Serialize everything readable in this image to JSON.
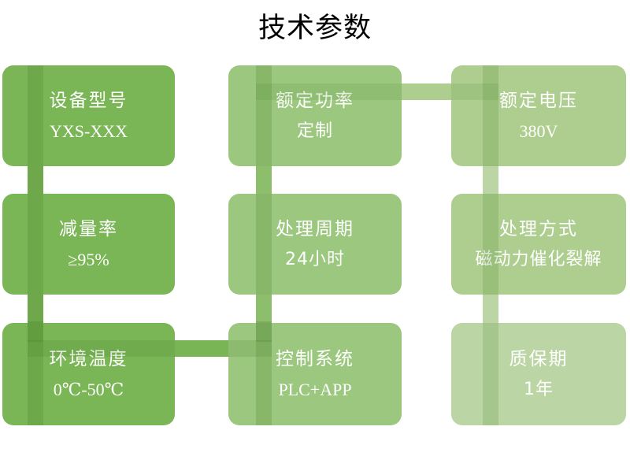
{
  "page": {
    "title": "技术参数",
    "background": "#ffffff",
    "title_color": "#000000"
  },
  "palette": {
    "dark_green": "#7AB556",
    "mid_green": "#9BC77E",
    "light_green": "#ADCE8F",
    "pale_green": "#BBD6A4",
    "connector_green": "#6EA84A",
    "connector_pale": "#C8DDB4",
    "text_white": "#ffffff"
  },
  "chart_data": {
    "type": "table",
    "title": "技术参数",
    "layout": "3x3-grid",
    "columns": 3,
    "rows": 3,
    "cells": [
      {
        "label": "设备型号",
        "value": "YXS-XXX",
        "row": 0,
        "col": 0,
        "color": "#7AB556"
      },
      {
        "label": "额定功率",
        "value": "定制",
        "row": 0,
        "col": 1,
        "color": "#9BC77E"
      },
      {
        "label": "额定电压",
        "value": "380V",
        "row": 0,
        "col": 2,
        "color": "#ADCE8F"
      },
      {
        "label": "减量率",
        "value": "≥95%",
        "row": 1,
        "col": 0,
        "color": "#7AB556"
      },
      {
        "label": "处理周期",
        "value": "24小时",
        "row": 1,
        "col": 1,
        "color": "#9BC77E"
      },
      {
        "label": "处理方式",
        "value": "磁动力催化裂解",
        "row": 1,
        "col": 2,
        "color": "#ADCE8F"
      },
      {
        "label": "环境温度",
        "value": "0℃-50℃",
        "row": 2,
        "col": 0,
        "color": "#7AB556"
      },
      {
        "label": "控制系统",
        "value": "PLC+APP",
        "row": 2,
        "col": 1,
        "color": "#9BC77E"
      },
      {
        "label": "质保期",
        "value": "1年",
        "row": 2,
        "col": 2,
        "color": "#BBD6A4"
      }
    ]
  },
  "cards": [
    {
      "name": "card-model",
      "title": "设备型号",
      "value": "YXS-XXX"
    },
    {
      "name": "card-rated-power",
      "title": "额定功率",
      "value": "定制"
    },
    {
      "name": "card-rated-voltage",
      "title": "额定电压",
      "value": "380V"
    },
    {
      "name": "card-reduction",
      "title": "减量率",
      "value": "≥95%"
    },
    {
      "name": "card-cycle",
      "title": "处理周期",
      "value": "24小时"
    },
    {
      "name": "card-method",
      "title": "处理方式",
      "value": "磁动力催化裂解"
    },
    {
      "name": "card-temperature",
      "title": "环境温度",
      "value": "0℃-50℃"
    },
    {
      "name": "card-control",
      "title": "控制系统",
      "value": "PLC+APP"
    },
    {
      "name": "card-warranty",
      "title": "质保期",
      "value": "1年"
    }
  ]
}
